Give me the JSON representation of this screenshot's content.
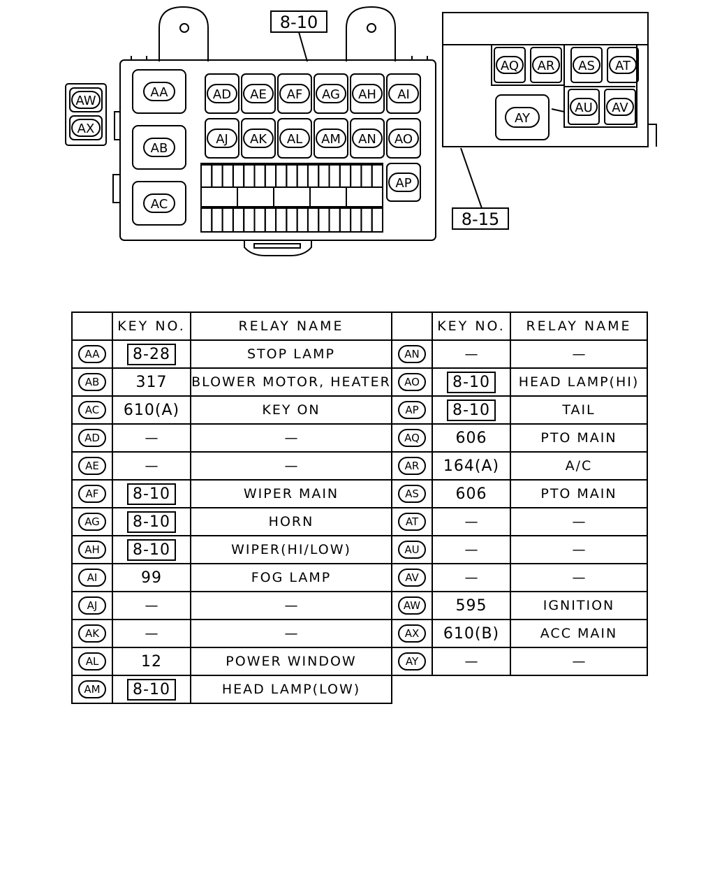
{
  "diagram": {
    "callouts": {
      "main": "8-10",
      "sub": "8-15"
    },
    "main_relays": {
      "left_large": [
        "AA",
        "AB",
        "AC"
      ],
      "row1": [
        "AD",
        "AE",
        "AF",
        "AG",
        "AH",
        "AI"
      ],
      "row2": [
        "AJ",
        "AK",
        "AL",
        "AM",
        "AN",
        "AO"
      ],
      "right": [
        "AP"
      ],
      "side": [
        "AW",
        "AX"
      ]
    },
    "sub_relays": {
      "top": [
        "AQ",
        "AR",
        "AS",
        "AT"
      ],
      "bottom": [
        "AU",
        "AV"
      ],
      "large": [
        "AY"
      ]
    }
  },
  "table": {
    "headers": {
      "key_no": "KEY NO.",
      "relay_name": "RELAY NAME"
    },
    "left": [
      {
        "id": "AA",
        "key": "8-28",
        "boxed": true,
        "name": "STOP LAMP"
      },
      {
        "id": "AB",
        "key": "317",
        "boxed": false,
        "name": "BLOWER MOTOR, HEATER"
      },
      {
        "id": "AC",
        "key": "610(A)",
        "boxed": false,
        "name": "KEY ON"
      },
      {
        "id": "AD",
        "key": "—",
        "boxed": false,
        "name": "—"
      },
      {
        "id": "AE",
        "key": "—",
        "boxed": false,
        "name": "—"
      },
      {
        "id": "AF",
        "key": "8-10",
        "boxed": true,
        "name": "WIPER MAIN"
      },
      {
        "id": "AG",
        "key": "8-10",
        "boxed": true,
        "name": "HORN"
      },
      {
        "id": "AH",
        "key": "8-10",
        "boxed": true,
        "name": "WIPER(HI/LOW)"
      },
      {
        "id": "AI",
        "key": "99",
        "boxed": false,
        "name": "FOG LAMP"
      },
      {
        "id": "AJ",
        "key": "—",
        "boxed": false,
        "name": "—"
      },
      {
        "id": "AK",
        "key": "—",
        "boxed": false,
        "name": "—"
      },
      {
        "id": "AL",
        "key": "12",
        "boxed": false,
        "name": "POWER WINDOW"
      },
      {
        "id": "AM",
        "key": "8-10",
        "boxed": true,
        "name": "HEAD LAMP(LOW)"
      }
    ],
    "right": [
      {
        "id": "AN",
        "key": "—",
        "boxed": false,
        "name": "—"
      },
      {
        "id": "AO",
        "key": "8-10",
        "boxed": true,
        "name": "HEAD LAMP(HI)"
      },
      {
        "id": "AP",
        "key": "8-10",
        "boxed": true,
        "name": "TAIL"
      },
      {
        "id": "AQ",
        "key": "606",
        "boxed": false,
        "name": "PTO MAIN"
      },
      {
        "id": "AR",
        "key": "164(A)",
        "boxed": false,
        "name": "A/C"
      },
      {
        "id": "AS",
        "key": "606",
        "boxed": false,
        "name": "PTO MAIN"
      },
      {
        "id": "AT",
        "key": "—",
        "boxed": false,
        "name": "—"
      },
      {
        "id": "AU",
        "key": "—",
        "boxed": false,
        "name": "—"
      },
      {
        "id": "AV",
        "key": "—",
        "boxed": false,
        "name": "—"
      },
      {
        "id": "AW",
        "key": "595",
        "boxed": false,
        "name": "IGNITION"
      },
      {
        "id": "AX",
        "key": "610(B)",
        "boxed": false,
        "name": "ACC MAIN"
      },
      {
        "id": "AY",
        "key": "—",
        "boxed": false,
        "name": "—"
      }
    ]
  }
}
